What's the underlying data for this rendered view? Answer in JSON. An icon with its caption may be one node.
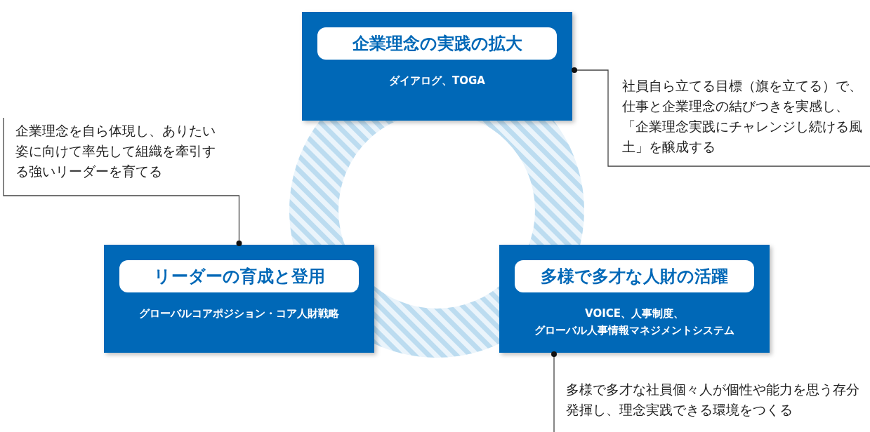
{
  "diagram": {
    "nodes": [
      {
        "text": [
          "企業理念の実践の拡大",
          "ダイアログ、TOGA"
        ]
      },
      {
        "text": [
          "社員自ら立てる目標（旗を立てる）で、仕事と企業理念の結びつきを実感し、「企業理念実践にチャレンジし続ける風土」を醸成する"
        ]
      },
      {
        "text": [
          "企業理念を自ら体現し、ありたい姿に向けて率先して組織を牽引する強いリーダーを育てる"
        ]
      },
      {
        "text": [
          "リーダーの育成と登用",
          "グローバルコアポジション・コア人財戦略"
        ]
      },
      {
        "text": [
          "多様で多才な人財の活躍",
          "VOICE、人事制度、",
          "グローバル人事情報マネジメントシステム"
        ]
      },
      {
        "text": [
          "多様で多才な社員個々人が個性や能力を思う存分発揮し、理念実践できる環境をつくる"
        ]
      }
    ],
    "edges": [
      {
        "from": 1,
        "to": 0,
        "arrow": "other"
      },
      {
        "from": 2,
        "to": 3,
        "arrow": "other"
      },
      {
        "from": 5,
        "to": 4,
        "arrow": "other"
      }
    ]
  }
}
